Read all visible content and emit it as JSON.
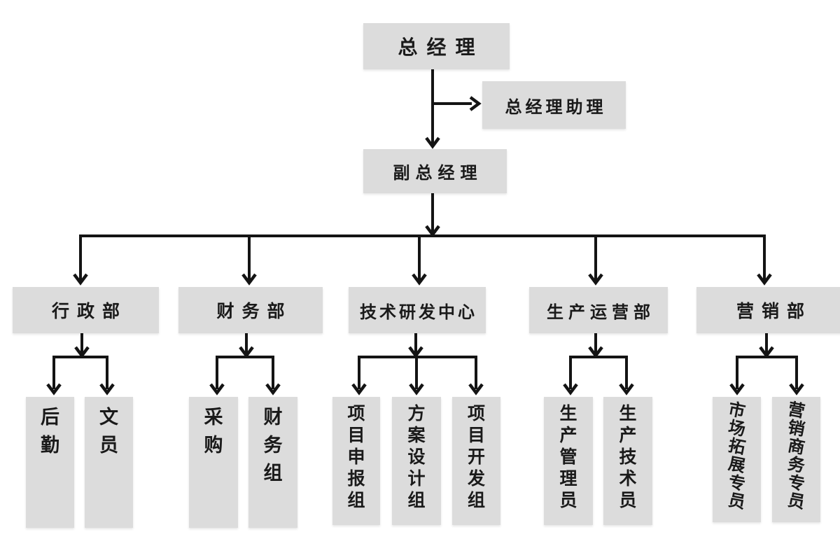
{
  "colors": {
    "background": "#ffffff",
    "box_fill": "#dcdcdc",
    "line": "#141414",
    "text": "#1a1a1a"
  },
  "org": {
    "root": {
      "label": "总经理"
    },
    "assistant": {
      "label": "总经理助理"
    },
    "deputy": {
      "label": "副总经理"
    },
    "departments": [
      {
        "label": "行政部",
        "children": [
          {
            "label": "后勤"
          },
          {
            "label": "文员"
          }
        ]
      },
      {
        "label": "财务部",
        "children": [
          {
            "label": "采购"
          },
          {
            "label": "财务组"
          }
        ]
      },
      {
        "label": "技术研发中心",
        "children": [
          {
            "label": "项目申报组"
          },
          {
            "label": "方案设计组"
          },
          {
            "label": "项目开发组"
          }
        ]
      },
      {
        "label": "生产运营部",
        "children": [
          {
            "label": "生产管理员"
          },
          {
            "label": "生产技术员"
          }
        ]
      },
      {
        "label": "营销部",
        "children": [
          {
            "label": "市场拓展专员"
          },
          {
            "label": "营销商务专员"
          }
        ]
      }
    ]
  }
}
